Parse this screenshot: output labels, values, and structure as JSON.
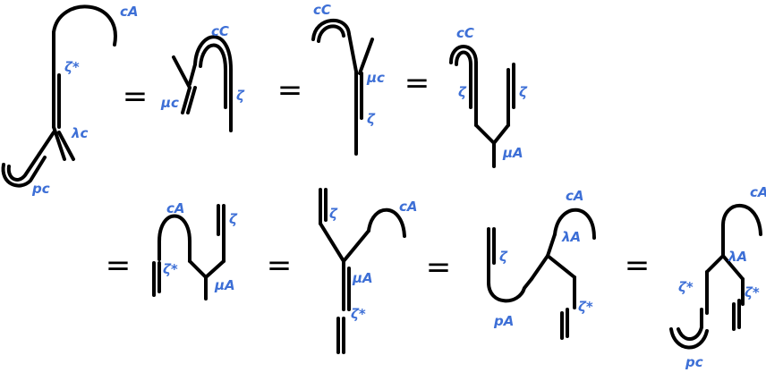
{
  "colors": {
    "ink": "#000000",
    "label": "#3d6fd6",
    "background": "#ffffff"
  },
  "labels": {
    "cA": "cA",
    "cC": "cC",
    "zeta": "ζ",
    "zeta_star": "ζ*",
    "lambda_A": "λA",
    "lambda_C": "λc",
    "mu_A": "μA",
    "mu_C": "μc",
    "p_A": "pA",
    "p_C": "pc"
  },
  "equals_sign": "="
}
